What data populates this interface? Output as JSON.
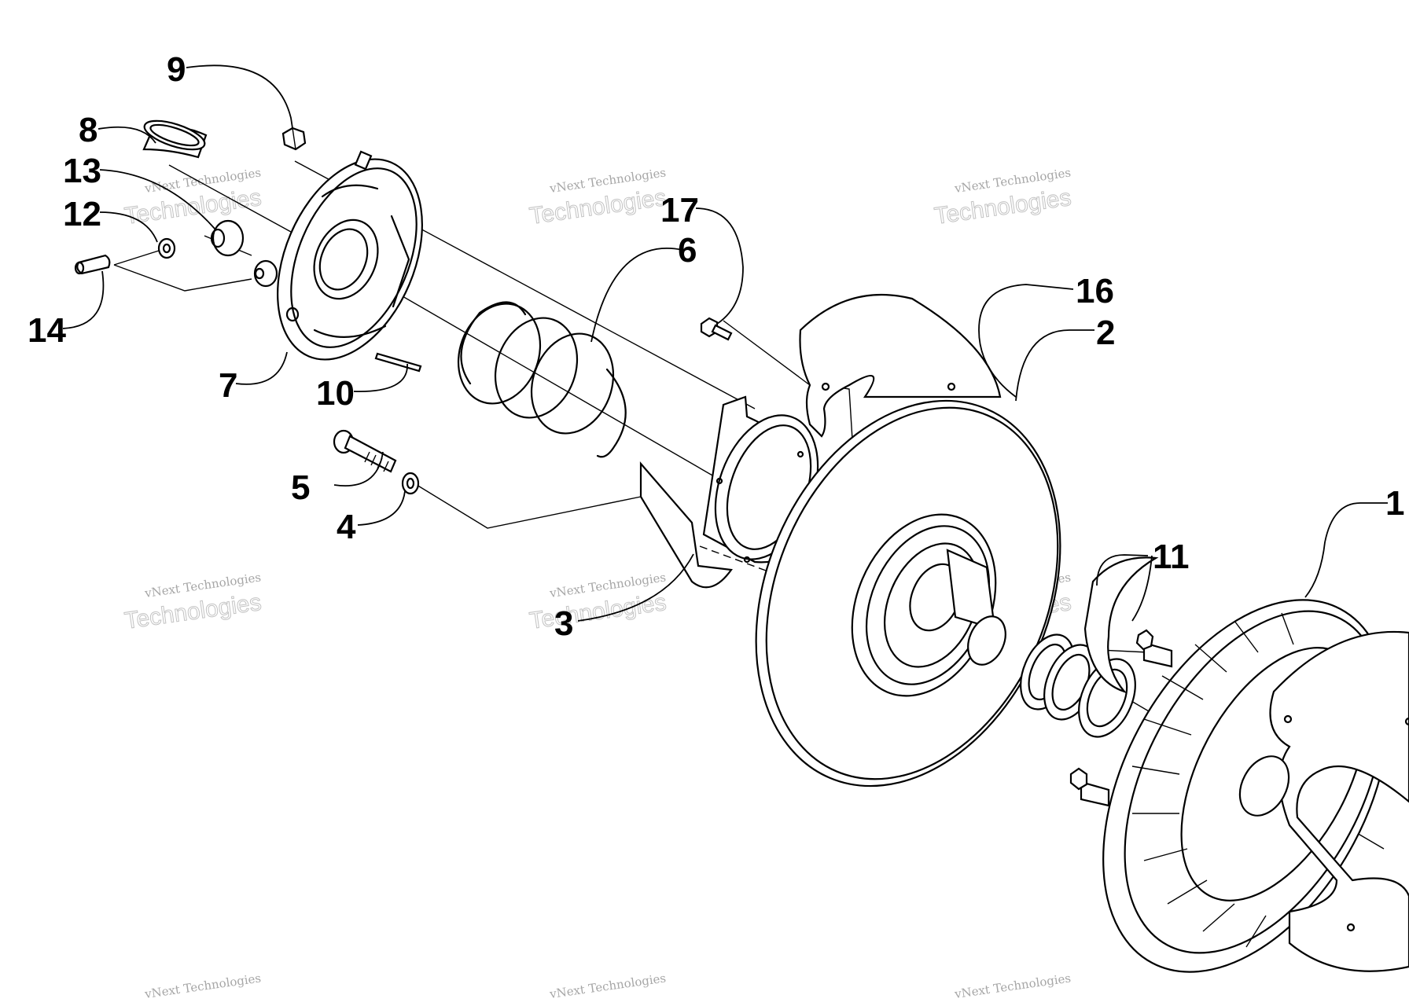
{
  "diagram": {
    "type": "exploded-parts-view",
    "callouts": [
      "1",
      "2",
      "3",
      "4",
      "5",
      "6",
      "7",
      "8",
      "9",
      "10",
      "11",
      "12",
      "13",
      "14",
      "16",
      "17"
    ]
  },
  "watermark": {
    "line1": "vNext Technologies",
    "line2": "Technologies"
  }
}
